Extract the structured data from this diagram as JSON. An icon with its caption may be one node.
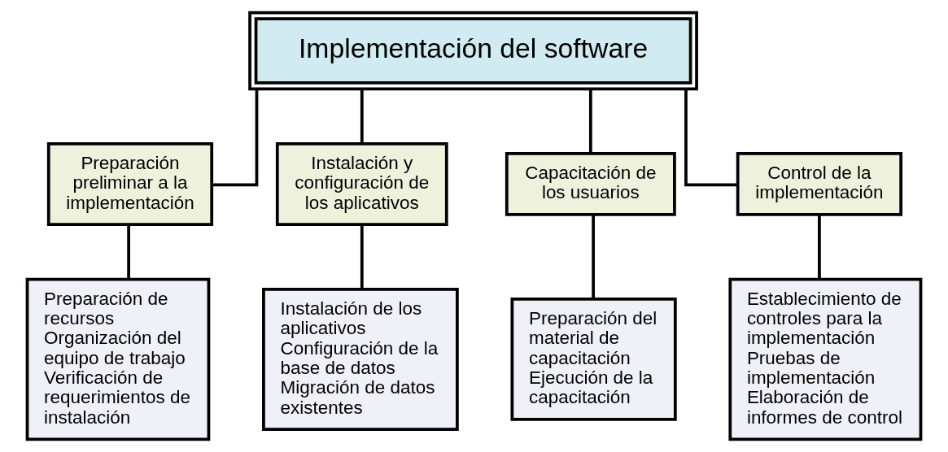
{
  "diagram": {
    "nodes": [
      {
        "text": [
          "Implementación del software"
        ]
      },
      {
        "text": [
          "Preparación preliminar a la implementación"
        ]
      },
      {
        "text": [
          "Instalación y configuración de los aplicativos"
        ]
      },
      {
        "text": [
          "Capacitación de los usuarios"
        ]
      },
      {
        "text": [
          "Control de la implementación"
        ]
      },
      {
        "text": [
          "Preparación de recursos",
          "Organización del equipo de trabajo",
          "Verificación de requerimientos de instalación"
        ]
      },
      {
        "text": [
          "Instalación de los aplicativos",
          "Configuración de la base de datos",
          "Migración de datos existentes"
        ]
      },
      {
        "text": [
          "Preparación del material de capacitación",
          "Ejecución de la capacitación"
        ]
      },
      {
        "text": [
          "Establecimiento de controles para la implementación",
          "Pruebas de implementación",
          "Elaboración de informes de control"
        ]
      }
    ],
    "edges": [
      {
        "from": 0,
        "to": 1,
        "arrow": "none"
      },
      {
        "from": 0,
        "to": 2,
        "arrow": "none"
      },
      {
        "from": 0,
        "to": 3,
        "arrow": "none"
      },
      {
        "from": 0,
        "to": 4,
        "arrow": "none"
      },
      {
        "from": 1,
        "to": 5,
        "arrow": "none"
      },
      {
        "from": 2,
        "to": 6,
        "arrow": "none"
      },
      {
        "from": 3,
        "to": 7,
        "arrow": "none"
      },
      {
        "from": 4,
        "to": 8,
        "arrow": "none"
      }
    ]
  }
}
